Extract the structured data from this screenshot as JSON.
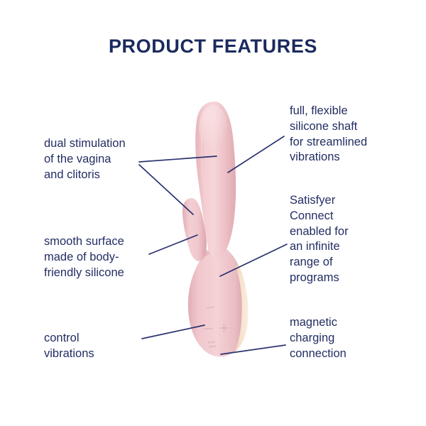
{
  "page": {
    "title": "PRODUCT FEATURES",
    "background_color": "#ffffff",
    "text_color": "#232e63",
    "title_color": "#1b2a5e"
  },
  "product": {
    "name": "rabbit-vibrator-illustration",
    "body_color": "#eec5c8",
    "body_shadow_color": "#dba6ac",
    "body_highlight_color": "#f7dcdd",
    "accent_strip_color": "#f5e0c8",
    "controls": [
      {
        "name": "wave-symbol-top",
        "label": "≈"
      },
      {
        "name": "minus-button",
        "label": "−"
      },
      {
        "name": "plus-button",
        "label": "+"
      },
      {
        "name": "wave-symbol-bottom",
        "label": "≈"
      }
    ]
  },
  "leader_line_color": "#2b3370",
  "annotations": [
    {
      "id": "dual-stimulation",
      "side": "left",
      "text": "dual stimulation\nof the vagina\nand clitoris",
      "lines": [
        "dual stimulation",
        "of the vagina",
        "and clitoris"
      ]
    },
    {
      "id": "smooth-surface",
      "side": "left",
      "text": "smooth surface\nmade of body-\nfriendly silicone",
      "lines": [
        "smooth surface",
        "made of body-",
        "friendly silicone"
      ]
    },
    {
      "id": "control-vibrations",
      "side": "left",
      "text": "control\nvibrations",
      "lines": [
        "control",
        "vibrations"
      ]
    },
    {
      "id": "flexible-shaft",
      "side": "right",
      "text": "full, flexible\nsilicone shaft\nfor streamlined\nvibrations",
      "lines": [
        "full, flexible",
        "silicone shaft",
        "for streamlined",
        "vibrations"
      ]
    },
    {
      "id": "satisfyer-connect",
      "side": "right",
      "text": "Satisfyer\nConnect\nenabled for\nan infinite\nrange of\nprograms",
      "lines": [
        "Satisfyer",
        "Connect",
        "enabled for",
        "an infinite",
        "range of",
        "programs"
      ]
    },
    {
      "id": "magnetic-charging",
      "side": "right",
      "text": "magnetic\ncharging\nconnection",
      "lines": [
        "magnetic",
        "charging",
        "connection"
      ]
    }
  ]
}
